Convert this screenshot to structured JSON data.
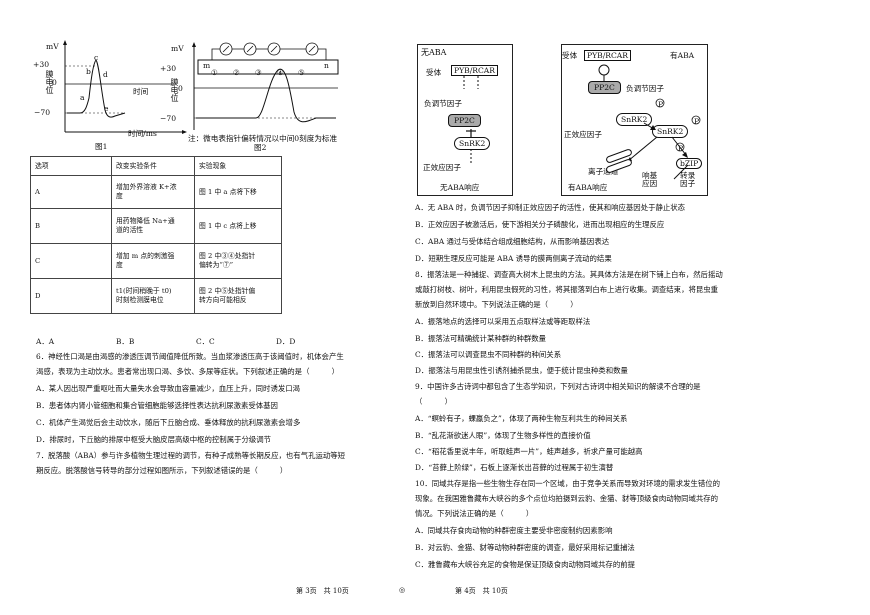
{
  "fig1": {
    "ylabel_mv": "mV",
    "tick_plus30": "+30",
    "tick_zero": "0",
    "tick_minus70": "−70",
    "ylabel": "膜电位",
    "xlabel": "时间",
    "xaxis": "时间/ms",
    "pt_a": "a",
    "pt_b": "b",
    "pt_c": "c",
    "pt_d": "d",
    "pt_e": "e",
    "caption": "图1"
  },
  "fig2": {
    "ylabel_mv": "mV",
    "tick_plus30": "+30",
    "tick_zero": "0",
    "tick_minus70": "−70",
    "ylabel": "膜电位",
    "node_m": "m",
    "node_n": "n",
    "circles": [
      "①",
      "②",
      "③",
      "④",
      "⑤"
    ],
    "note": "注：微电表指针偏转情况以中间0刻度为标准",
    "caption": "图2"
  },
  "table": {
    "headers": [
      "选项",
      "改变实验条件",
      "实验现象"
    ],
    "rows": [
      {
        "opt": "A",
        "cond": "增加外界溶液 K+浓\n度",
        "result": "图 1 中 a 点将下移"
      },
      {
        "opt": "B",
        "cond": "用药物降低 Na+通\n道的活性",
        "result": "图 1 中 c 点将上移"
      },
      {
        "opt": "C",
        "cond": "增加 m 点的刺激强\n度",
        "result": "图 2 中③④处指针\n偏转为“⑦”"
      },
      {
        "opt": "D",
        "cond": "t1(时间稍晚于 t0)\n时刻检测膜电位",
        "result": "图 2 中⑤处指针偏\n转方向可能相反"
      }
    ]
  },
  "answers6_prev": [
    "A．A",
    "B．B",
    "C．C",
    "D．D"
  ],
  "q6": {
    "stem1": "6．神经性口渴是由渴感的渗透压调节阈值降低所致。当血浆渗透压高于该阈值时，机体会产生",
    "stem2": "渴感，表现为主动饮水。患者常出现口渴、多饮、多尿等症状。下列叙述正确的是（　　　）",
    "A": "A．某人因出现严重呕吐而大量失水会导致血容量减少，血压上升，同时诱发口渴",
    "B": "B．患者体内肾小管细胞和集合管细胞能够选择性表达抗利尿激素受体基因",
    "C": "C．机体产生渴觉后会主动饮水，随后下丘脑合成、垂体释放的抗利尿激素会增多",
    "D": "D．排尿时，下丘脑的排尿中枢受大脑皮层高级中枢的控制属于分级调节"
  },
  "q7": {
    "stem1": "7．脱落酸（ABA）参与许多植物生理过程的调节，有种子成熟等长期反应，也有气孔运动等短",
    "stem2": "期反应。脱落酸信号转导的部分过程如图所示，下列叙述错误的是（　　　）",
    "A": "A．无 ABA 时，负调节因子抑制正效应因子的活性，使其和响应基因处于静止状态",
    "B": "B．正效应因子被激活后，使下游相关分子磷酸化，进而出现相应的生理反应",
    "C": "C．ABA 通过与受体结合组成细胞结构，从而影响基因表达",
    "D": "D．短期生理反应可能是 ABA 诱导的膜两侧离子流动的结果"
  },
  "diagram_left": {
    "title": "无ABA",
    "receptor": "受体",
    "pyb": "PYB/RCAR",
    "neg": "负调节因子",
    "pp2c": "PP2C",
    "snrk2": "SnRK2",
    "pos": "正效应因子",
    "bottom": "无ABA响应"
  },
  "diagram_right": {
    "receptor": "受体",
    "pyb": "PYB/RCAR",
    "title": "有ABA",
    "pp2c": "PP2C",
    "neg": "负调节因子",
    "snrk2_a": "SnRK2",
    "snrk2_b": "SnRK2",
    "p": "P",
    "pos": "正效应因子",
    "channel": "离子通道",
    "bzip": "bZIP",
    "resp_gene": "响基\n应因",
    "tf": "转录\n因子",
    "bottom": "有ABA响应"
  },
  "q8": {
    "stem1": "8．振落法是一种捕捉、调查高大树木上昆虫的方法。其具体方法是在树下铺上白布，然后摇动",
    "stem2": "或敲打树枝、树叶，利用昆虫假死的习性，将其振落到白布上进行收集。调查结束，将昆虫重",
    "stem3": "新放到自然环境中。下列说法正确的是（　　　）",
    "A": "A．振落地点的选择可以采用五点取样法或等距取样法",
    "B": "B．振落法可精确统计某种群的种群数量",
    "C": "C．振落法可以调查昆虫不同种群的种间关系",
    "D": "D．振落法与用昆虫性引诱剂捕杀昆虫，便于统计昆虫种类和数量"
  },
  "q9": {
    "stem1": "9．中国许多古诗词中都包含了生态学知识，下列对古诗词中相关知识的解读不合理的是",
    "stem2": "（　　　）",
    "A": "A．“螟蛉有子，蜾蠃负之”，体现了两种生物互利共生的种间关系",
    "B": "B．“乱花渐欲迷人眼”，体现了生物多样性的直接价值",
    "C": "C．“稻花香里说丰年，听取蛙声一片”，蛙声越多，祈求产量可能越高",
    "D": "D．“苔藓上阶绿”，石板上逐渐长出苔藓的过程属于初生演替"
  },
  "q10": {
    "stem1": "10．同域共存是指一些生物生存在同一个区域，由于竞争关系而导致对环境的需求发生错位的",
    "stem2": "现象。在我国雅鲁藏布大峡谷的多个点位均拍摄到云豹、金猫、豺等顶级食肉动物同域共存的",
    "stem3": "情况。下列说法正确的是（　　　）",
    "A": "A．同域共存食肉动物的种群密度主要受非密度制约因素影响",
    "B": "B．对云豹、金猫、豺等动物种群密度的调查，最好采用标记重捕法",
    "C": "C．雅鲁藏布大峡谷充足的食物是保证顶级食肉动物同域共存的前提"
  },
  "footer": {
    "left": "第 3页　共 10页",
    "right": "第 4页　共 10页",
    "mark": "◎"
  }
}
